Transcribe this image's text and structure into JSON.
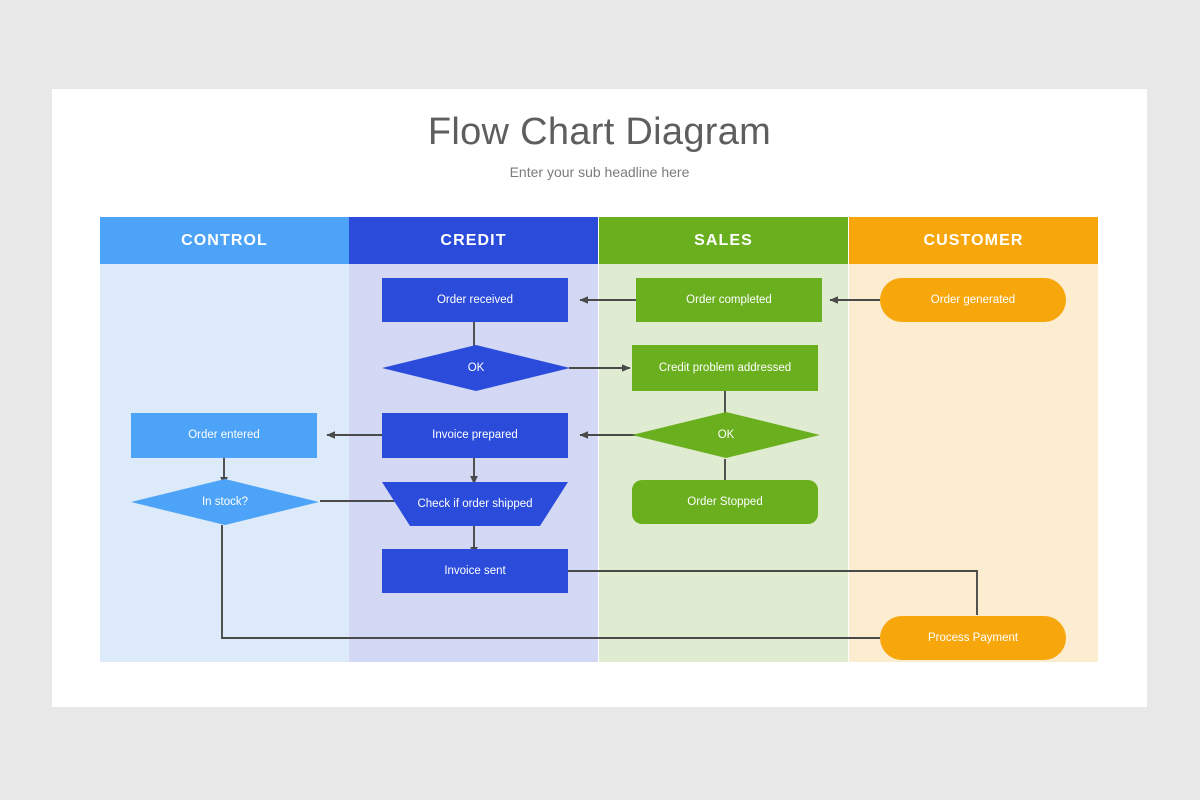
{
  "slide": {
    "title": "Flow Chart Diagram",
    "subtitle": "Enter your sub headline here",
    "background_color": "#e8e8e9",
    "card_color": "#ffffff"
  },
  "lanes": [
    {
      "label": "CONTROL",
      "header_color": "#4da3f7",
      "band_color": "#dceaf9"
    },
    {
      "label": "CREDIT",
      "header_color": "#2b4bdb",
      "band_color": "#d3d9f5"
    },
    {
      "label": "SALES",
      "header_color": "#6aaf1e",
      "band_color": "#e0ecd2"
    },
    {
      "label": "CUSTOMER",
      "header_color": "#f7a70b",
      "band_color": "#fcecd0"
    }
  ],
  "chart_data": {
    "type": "flowchart",
    "title": "Flow Chart Diagram",
    "subtitle": "Enter your sub headline here",
    "lanes": [
      "CONTROL",
      "CREDIT",
      "SALES",
      "CUSTOMER"
    ],
    "nodes": [
      {
        "id": "order-generated",
        "label": "Order generated",
        "lane": "CUSTOMER",
        "shape": "pill",
        "color": "#f7a70b"
      },
      {
        "id": "order-completed",
        "label": "Order completed",
        "lane": "SALES",
        "shape": "rect",
        "color": "#6aaf1e"
      },
      {
        "id": "order-received",
        "label": "Order received",
        "lane": "CREDIT",
        "shape": "rect",
        "color": "#2b4bdb"
      },
      {
        "id": "ok-credit",
        "label": "OK",
        "lane": "CREDIT",
        "shape": "diamond",
        "color": "#2b4bdb"
      },
      {
        "id": "credit-problem-addressed",
        "label": "Credit problem addressed",
        "lane": "SALES",
        "shape": "rect",
        "color": "#6aaf1e"
      },
      {
        "id": "ok-sales",
        "label": "OK",
        "lane": "SALES",
        "shape": "diamond",
        "color": "#6aaf1e"
      },
      {
        "id": "invoice-prepared",
        "label": "Invoice prepared",
        "lane": "CREDIT",
        "shape": "rect",
        "color": "#2b4bdb"
      },
      {
        "id": "order-entered",
        "label": "Order entered",
        "lane": "CONTROL",
        "shape": "rect",
        "color": "#4da3f7"
      },
      {
        "id": "in-stock",
        "label": "In stock?",
        "lane": "CONTROL",
        "shape": "diamond",
        "color": "#4da3f7"
      },
      {
        "id": "check-if-order-shipped",
        "label": "Check if order shipped",
        "lane": "CREDIT",
        "shape": "trapezoid",
        "color": "#2b4bdb"
      },
      {
        "id": "order-stopped",
        "label": "Order Stopped",
        "lane": "SALES",
        "shape": "rounded",
        "color": "#6aaf1e"
      },
      {
        "id": "invoice-sent",
        "label": "Invoice sent",
        "lane": "CREDIT",
        "shape": "rect",
        "color": "#2b4bdb"
      },
      {
        "id": "process-payment",
        "label": "Process Payment",
        "lane": "CUSTOMER",
        "shape": "pill",
        "color": "#f7a70b"
      }
    ],
    "edges": [
      {
        "from": "order-generated",
        "to": "order-completed",
        "arrow": true
      },
      {
        "from": "order-completed",
        "to": "order-received",
        "arrow": true
      },
      {
        "from": "order-received",
        "to": "ok-credit",
        "arrow": true
      },
      {
        "from": "ok-credit",
        "to": "credit-problem-addressed",
        "arrow": true
      },
      {
        "from": "credit-problem-addressed",
        "to": "ok-sales",
        "arrow": true
      },
      {
        "from": "ok-sales",
        "to": "invoice-prepared",
        "arrow": true
      },
      {
        "from": "ok-sales",
        "to": "order-stopped",
        "arrow": true
      },
      {
        "from": "invoice-prepared",
        "to": "order-entered",
        "arrow": true
      },
      {
        "from": "invoice-prepared",
        "to": "check-if-order-shipped",
        "arrow": true
      },
      {
        "from": "order-entered",
        "to": "in-stock",
        "arrow": true
      },
      {
        "from": "in-stock",
        "to": "check-if-order-shipped",
        "arrow": true
      },
      {
        "from": "check-if-order-shipped",
        "to": "invoice-sent",
        "arrow": true
      },
      {
        "from": "invoice-sent",
        "to": "process-payment",
        "arrow": false
      },
      {
        "from": "process-payment",
        "to": "in-stock",
        "arrow": false
      }
    ],
    "edge_color": "#4a4a4a"
  }
}
